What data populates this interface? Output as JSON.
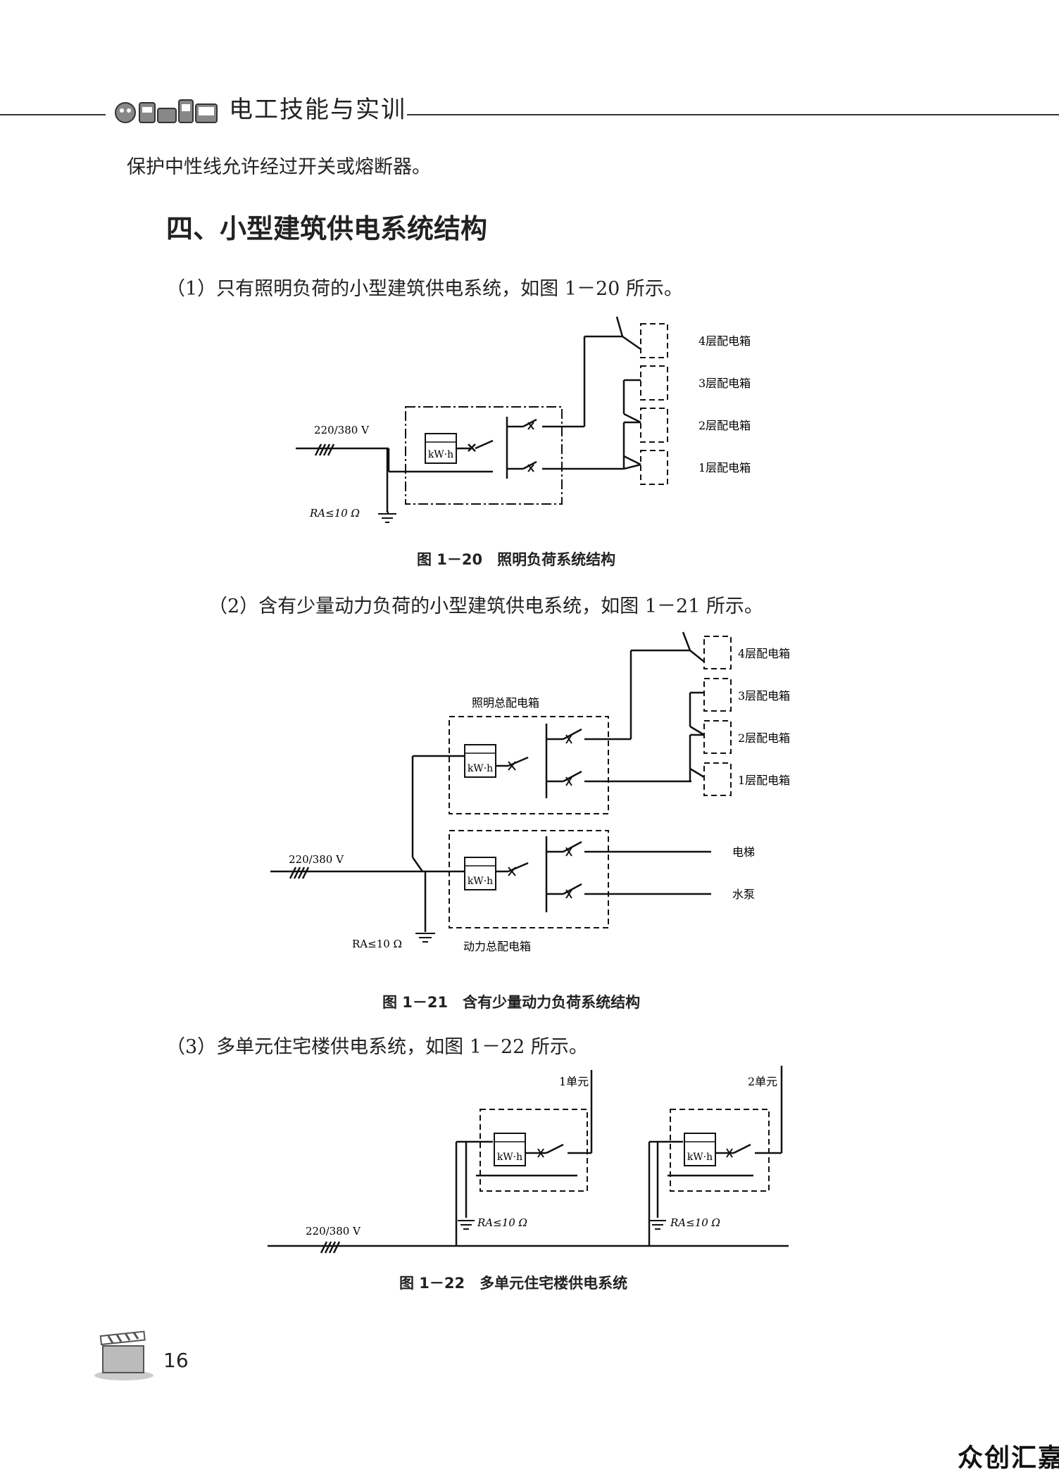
{
  "header": {
    "book_title": "电工技能与实训"
  },
  "continued_text": "保护中性线允许经过开关或熔断器。",
  "section": {
    "title": "四、小型建筑供电系统结构"
  },
  "items": [
    {
      "text": "（1）只有照明负荷的小型建筑供电系统，如图 1－20 所示。",
      "figure": {
        "caption": "图 1－20　照明负荷系统结构",
        "supply": "220/380 V",
        "meter": "kW·h",
        "ground": "RA≤10 Ω",
        "boxes": [
          "4层配电箱",
          "3层配电箱",
          "2层配电箱",
          "1层配电箱"
        ]
      }
    },
    {
      "text": "（2）含有少量动力负荷的小型建筑供电系统，如图 1－21 所示。",
      "figure": {
        "caption": "图 1－21　含有少量动力负荷系统结构",
        "supply": "220/380 V",
        "meter": "kW·h",
        "ground": "RA≤10 Ω",
        "lighting_box": "照明总配电箱",
        "power_box": "动力总配电箱",
        "boxes": [
          "4层配电箱",
          "3层配电箱",
          "2层配电箱",
          "1层配电箱"
        ],
        "loads": [
          "电梯",
          "水泵"
        ]
      }
    },
    {
      "text": "（3）多单元住宅楼供电系统，如图 1－22 所示。",
      "figure": {
        "caption": "图 1－22　多单元住宅楼供电系统",
        "supply": "220/380 V",
        "meter": "kW·h",
        "ground": "RA≤10 Ω",
        "units": [
          "1单元",
          "2单元"
        ]
      }
    }
  ],
  "footer": {
    "page_number": "16"
  },
  "watermark": "众创汇嘉"
}
